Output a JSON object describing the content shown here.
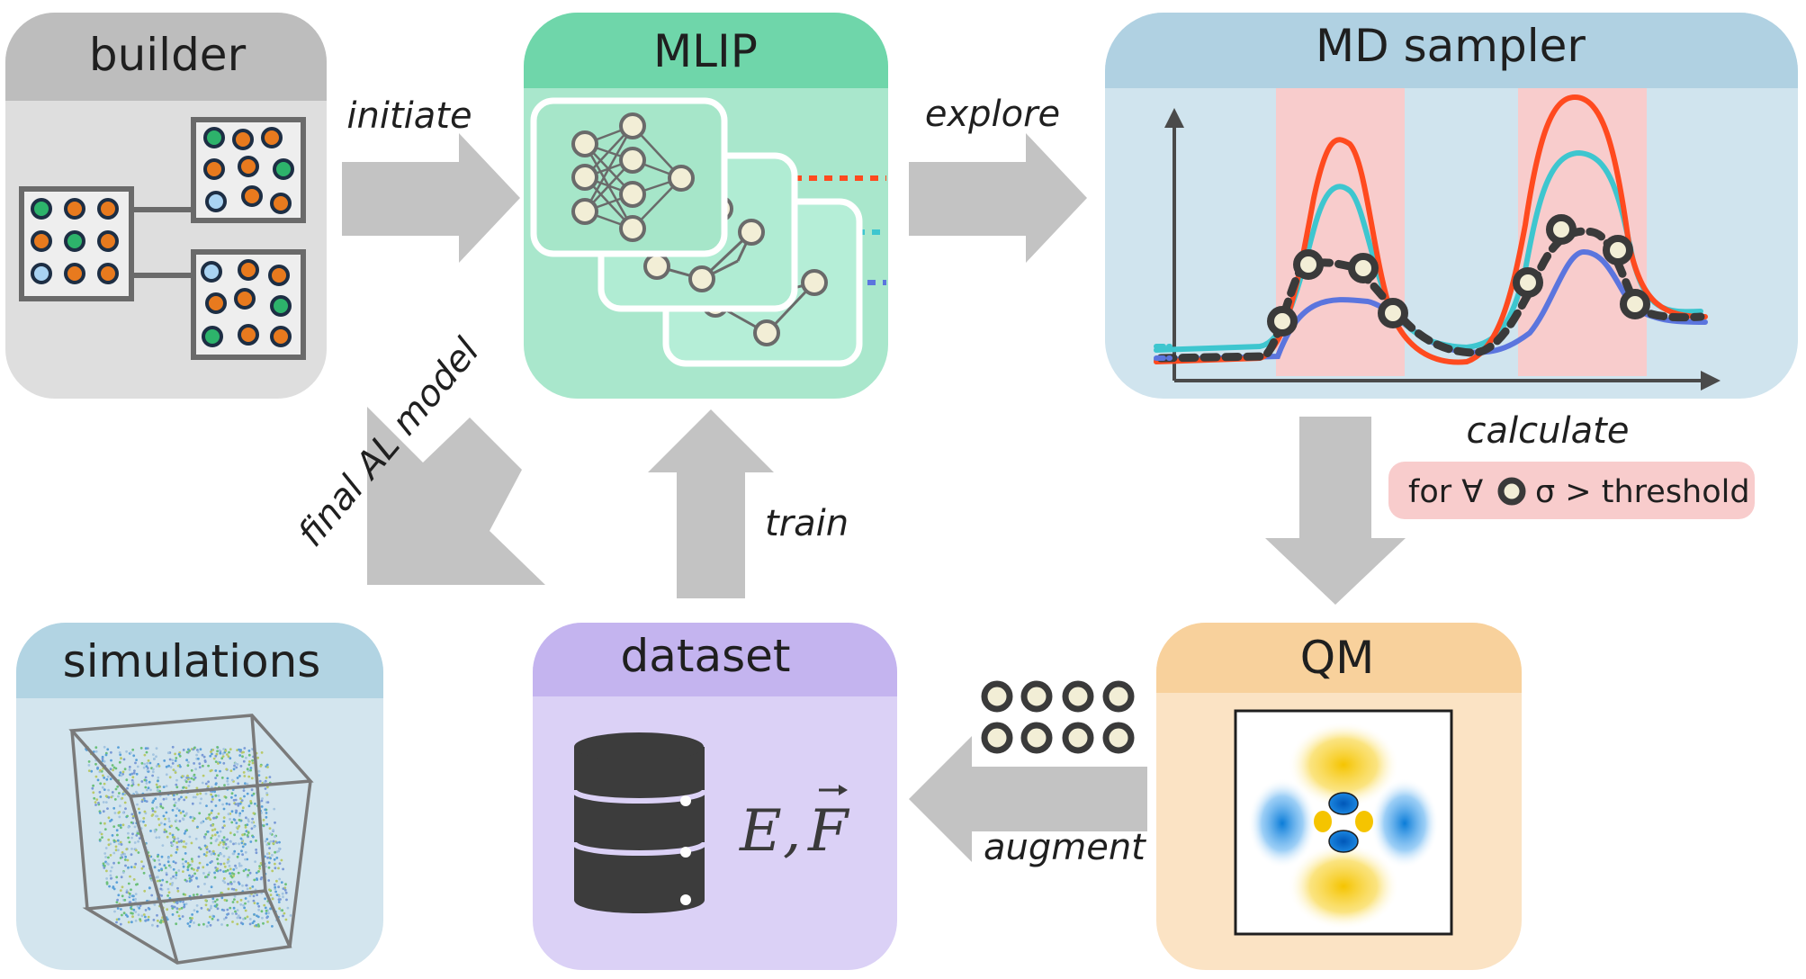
{
  "panels": {
    "builder": {
      "title": "builder"
    },
    "mlip": {
      "title": "MLIP"
    },
    "md_sampler": {
      "title": "MD sampler"
    },
    "simulations": {
      "title": "simulations"
    },
    "dataset": {
      "title": "dataset",
      "formula_e": "E",
      "formula_sep": ",",
      "formula_f": "F"
    },
    "qm": {
      "title": "QM"
    }
  },
  "arrows": {
    "initiate": "initiate",
    "explore": "explore",
    "calculate": "calculate",
    "train": "train",
    "augment": "augment",
    "final_al_model": "final AL model"
  },
  "condition": {
    "prefix": "for ∀",
    "suffix": "σ > threshold"
  },
  "colors": {
    "builder_header": "#bdbdbd",
    "builder_body": "#dedede",
    "mlip_header": "#6fd6aa",
    "mlip_body": "#a9e7cc",
    "md_header": "#b0d1e2",
    "md_body": "#d0e4ee",
    "sim_header": "#b2d4e3",
    "sim_body": "#d3e5ee",
    "dataset_header": "#c4b4ef",
    "dataset_body": "#dbd1f6",
    "qm_header": "#f8d19c",
    "qm_body": "#fbe3c4",
    "arrow": "#c3c3c3",
    "highlight": "#f8cccc",
    "series_red": "#ff4a1f",
    "series_cyan": "#3ec6cf",
    "series_blue": "#5b75de"
  }
}
